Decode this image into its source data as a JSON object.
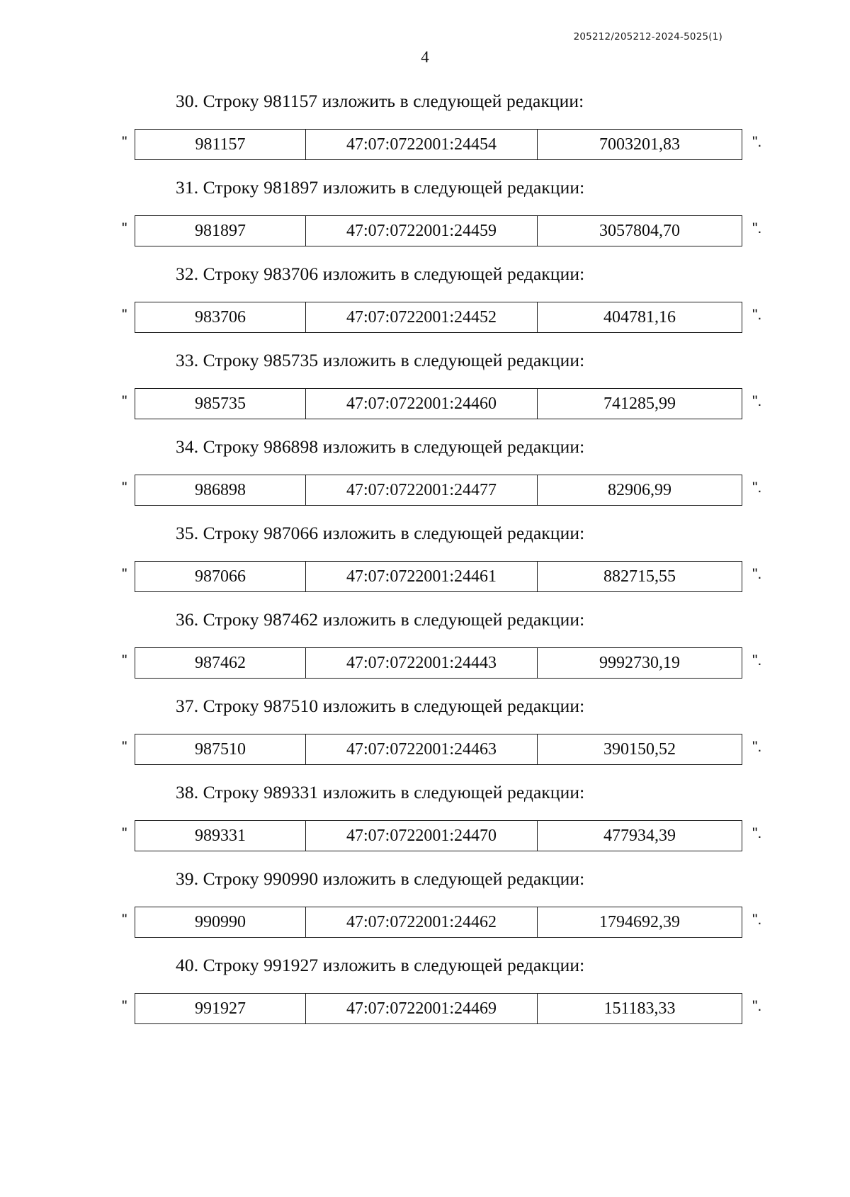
{
  "document": {
    "header_code": "205212/205212-2024-5025(1)",
    "page_number": "4",
    "quote_open": "\"",
    "quote_close": "\".",
    "heading_suffix": "изложить в следующей редакции:",
    "heading_prefix_word": "Строку"
  },
  "entries": [
    {
      "number": "30.",
      "heading": "30. Строку 981157 изложить в следующей редакции:",
      "row_id": "981157",
      "cadastral": "47:07:0722001:24454",
      "value": "7003201,83"
    },
    {
      "number": "31.",
      "heading": "31. Строку 981897 изложить в следующей редакции:",
      "row_id": "981897",
      "cadastral": "47:07:0722001:24459",
      "value": "3057804,70"
    },
    {
      "number": "32.",
      "heading": "32. Строку 983706 изложить в следующей редакции:",
      "row_id": "983706",
      "cadastral": "47:07:0722001:24452",
      "value": "404781,16"
    },
    {
      "number": "33.",
      "heading": "33. Строку 985735 изложить в следующей редакции:",
      "row_id": "985735",
      "cadastral": "47:07:0722001:24460",
      "value": "741285,99"
    },
    {
      "number": "34.",
      "heading": "34. Строку 986898 изложить в следующей редакции:",
      "row_id": "986898",
      "cadastral": "47:07:0722001:24477",
      "value": "82906,99"
    },
    {
      "number": "35.",
      "heading": "35. Строку 987066 изложить в следующей редакции:",
      "row_id": "987066",
      "cadastral": "47:07:0722001:24461",
      "value": "882715,55"
    },
    {
      "number": "36.",
      "heading": "36. Строку 987462 изложить в следующей редакции:",
      "row_id": "987462",
      "cadastral": "47:07:0722001:24443",
      "value": "9992730,19"
    },
    {
      "number": "37.",
      "heading": "37. Строку 987510 изложить в следующей редакции:",
      "row_id": "987510",
      "cadastral": "47:07:0722001:24463",
      "value": "390150,52"
    },
    {
      "number": "38.",
      "heading": "38. Строку 989331 изложить в следующей редакции:",
      "row_id": "989331",
      "cadastral": "47:07:0722001:24470",
      "value": "477934,39"
    },
    {
      "number": "39.",
      "heading": "39. Строку 990990 изложить в следующей редакции:",
      "row_id": "990990",
      "cadastral": "47:07:0722001:24462",
      "value": "1794692,39"
    },
    {
      "number": "40.",
      "heading": "40. Строку 991927 изложить в следующей редакции:",
      "row_id": "991927",
      "cadastral": "47:07:0722001:24469",
      "value": "151183,33"
    }
  ]
}
